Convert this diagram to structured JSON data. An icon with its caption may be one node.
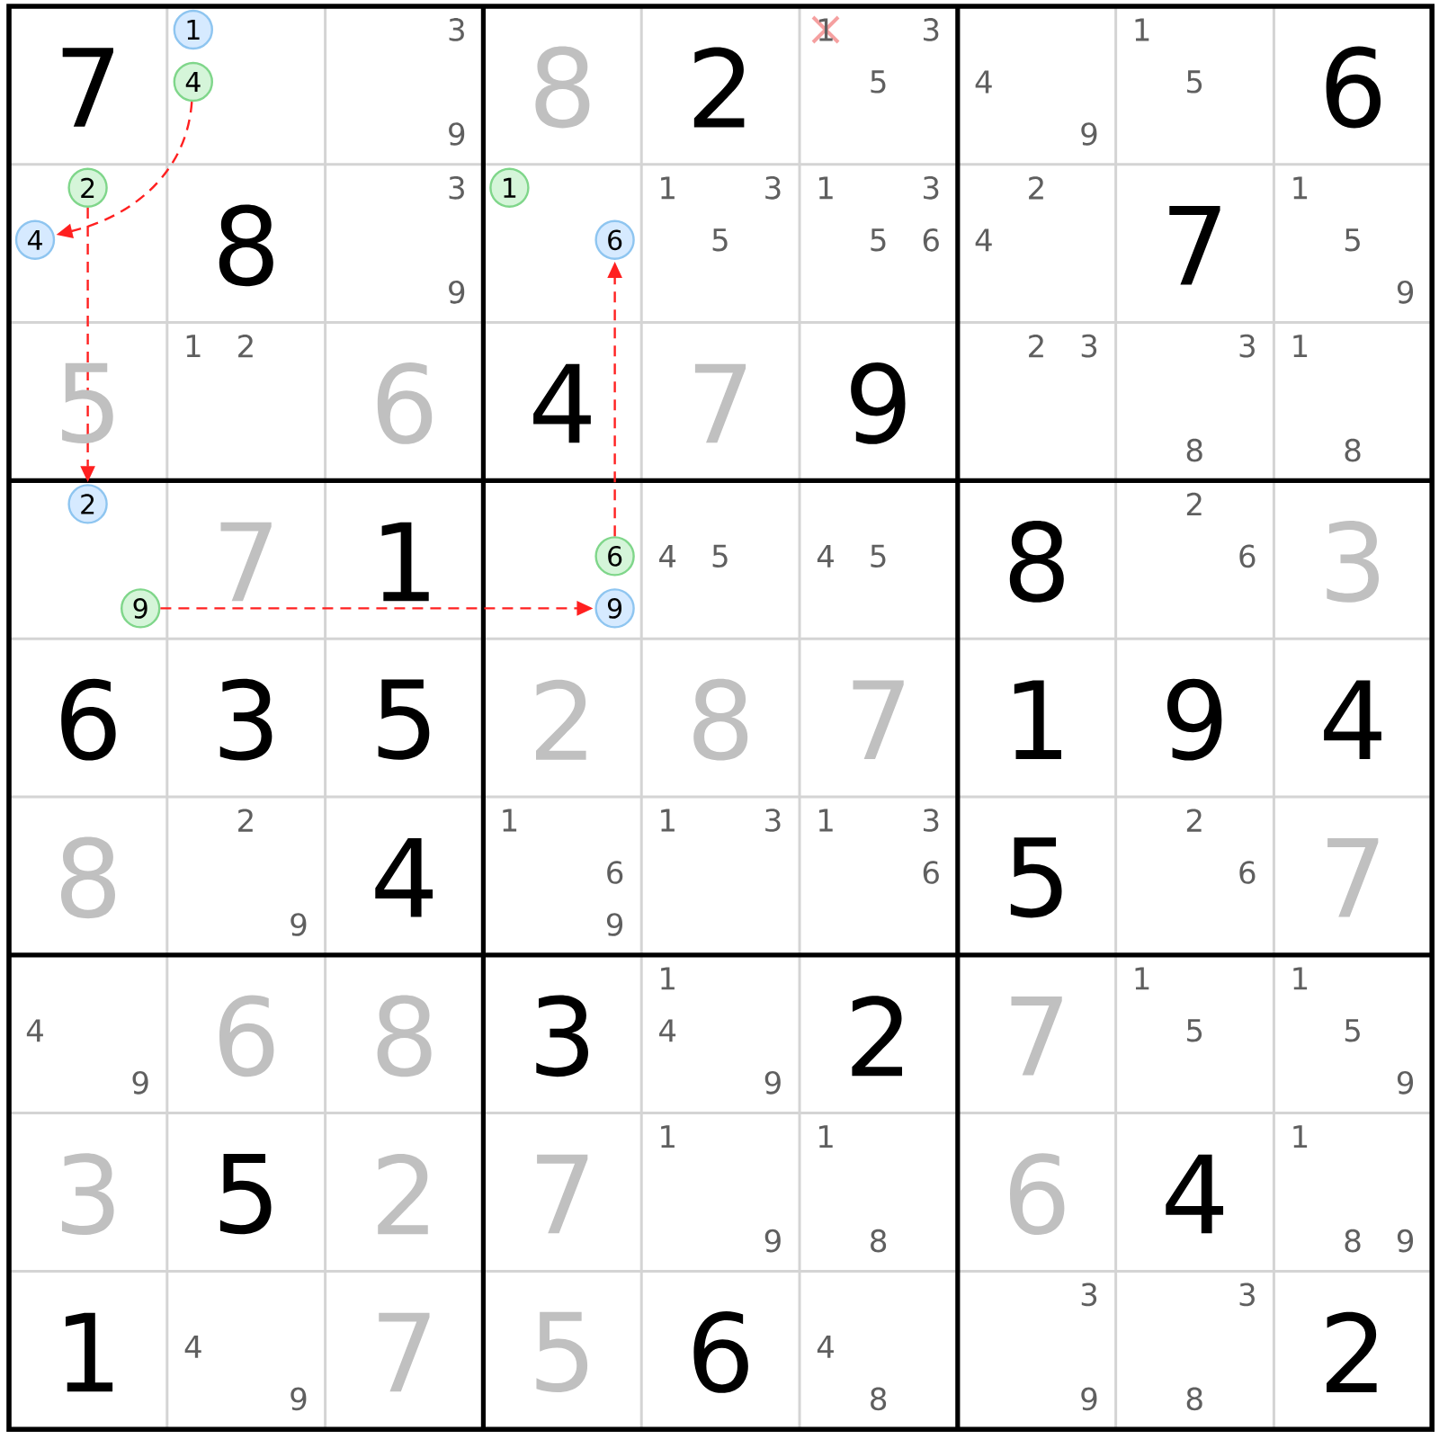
{
  "diagram": {
    "nodes": [
      {
        "text": [
          "1"
        ]
      },
      {
        "text": [
          "4"
        ]
      },
      {
        "text": [
          "2"
        ]
      },
      {
        "text": [
          "4"
        ]
      },
      {
        "text": [
          "1"
        ]
      },
      {
        "text": [
          "6"
        ]
      },
      {
        "text": [
          "2"
        ]
      },
      {
        "text": [
          "9"
        ]
      },
      {
        "text": [
          "6"
        ]
      },
      {
        "text": [
          "9"
        ]
      }
    ],
    "edges": [
      {
        "from": 1,
        "to": 3,
        "arrow": "to",
        "style": "dashed"
      },
      {
        "from": 2,
        "to": 6,
        "arrow": "to",
        "style": "dashed"
      },
      {
        "from": 7,
        "to": 9,
        "arrow": "to",
        "style": "dashed"
      },
      {
        "from": 8,
        "to": 5,
        "arrow": "to",
        "style": "dashed"
      }
    ],
    "labels": [
      "7",
      "3",
      "9",
      "8",
      "2",
      "1",
      "3",
      "5",
      "4",
      "9",
      "1",
      "5",
      "6",
      "8",
      "3",
      "9",
      "1",
      "3",
      "5",
      "1",
      "3",
      "5",
      "6",
      "2",
      "4",
      "7",
      "1",
      "5",
      "9",
      "5",
      "1",
      "2",
      "6",
      "4",
      "7",
      "9",
      "2",
      "3",
      "3",
      "8",
      "1",
      "8",
      "7",
      "1",
      "4",
      "5",
      "4",
      "5",
      "8",
      "2",
      "6",
      "3",
      "6",
      "3",
      "5",
      "2",
      "8",
      "7",
      "1",
      "9",
      "4",
      "8",
      "2",
      "9",
      "4",
      "1",
      "6",
      "9",
      "1",
      "3",
      "1",
      "3",
      "6",
      "5",
      "2",
      "6",
      "7",
      "4",
      "9",
      "6",
      "8",
      "3",
      "1",
      "4",
      "9",
      "2",
      "7",
      "1",
      "5",
      "1",
      "5",
      "9",
      "3",
      "5",
      "2",
      "7",
      "1",
      "9",
      "1",
      "8",
      "6",
      "4",
      "1",
      "8",
      "9",
      "1",
      "4",
      "9",
      "7",
      "5",
      "6",
      "4",
      "8",
      "3",
      "9",
      "3",
      "8",
      "2"
    ]
  }
}
